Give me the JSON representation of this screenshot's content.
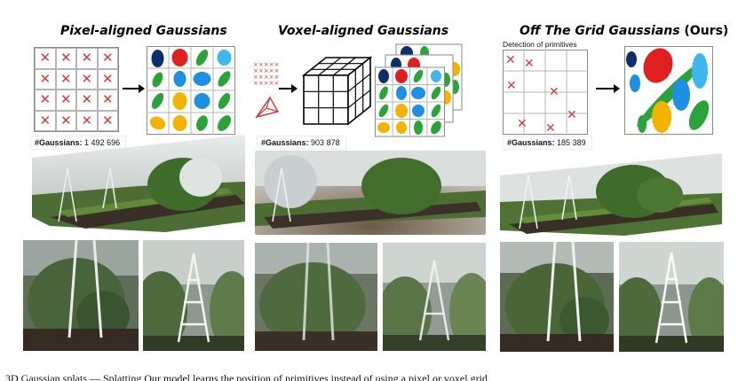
{
  "panels": {
    "pixel": {
      "title": "Pixel-aligned Gaussians",
      "count_label": "#Gaussians:",
      "count_value": "1 492 696"
    },
    "voxel": {
      "title": "Voxel-aligned Gaussians",
      "count_label": "#Gaussians:",
      "count_value": "903 878"
    },
    "grid": {
      "title": "Off The Grid Gaussians",
      "title_suffix": "(Ours)",
      "count_label": "#Gaussians:",
      "count_value": "185 389",
      "detection_label": "Detection of primitives"
    }
  },
  "caption_fragment": "3D Gaussian splats — Splatting   Our model learns the position of primitives instead of using a pixel or voxel grid",
  "colors": {
    "mark_red": "#d33a3a",
    "blob_navy": "#0d2f6b",
    "blob_red": "#e02020",
    "blob_green": "#2aa43a",
    "blob_blue": "#1f8fe0",
    "blob_yellow": "#f3b300",
    "blob_cyan": "#3fb7ec"
  }
}
